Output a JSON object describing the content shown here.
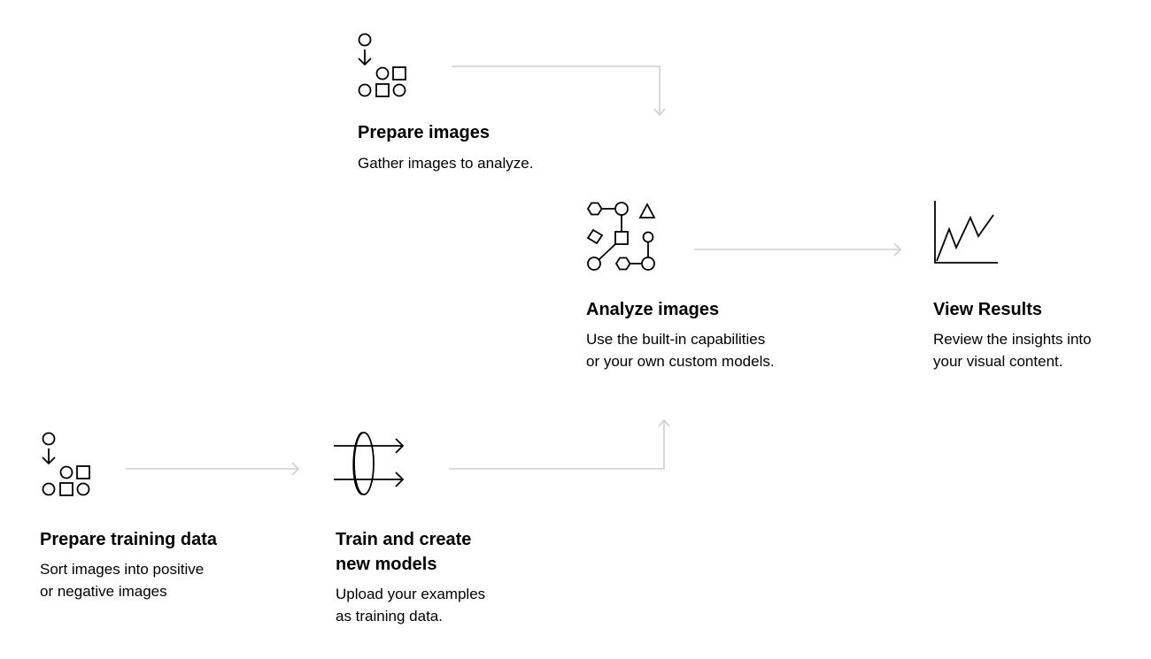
{
  "steps": {
    "prepare_images": {
      "title": "Prepare images",
      "desc": [
        "Gather images to analyze."
      ],
      "icon": "shapes-sort-icon"
    },
    "analyze_images": {
      "title": "Analyze images",
      "desc": [
        "Use the built-in capabilities",
        "or your own custom models."
      ],
      "icon": "network-shapes-icon"
    },
    "view_results": {
      "title": "View Results",
      "desc": [
        "Review the insights into",
        "your visual content."
      ],
      "icon": "line-chart-icon"
    },
    "prepare_training_data": {
      "title": "Prepare training data",
      "desc": [
        "Sort images into positive",
        "or negative images"
      ],
      "icon": "shapes-sort-icon"
    },
    "train_models": {
      "title": [
        "Train and create",
        "new models"
      ],
      "desc": [
        "Upload your examples",
        "as training data."
      ],
      "icon": "lens-arrows-icon"
    }
  },
  "colors": {
    "text": "#000000",
    "connector": "#cfcfcf",
    "background": "#ffffff"
  }
}
